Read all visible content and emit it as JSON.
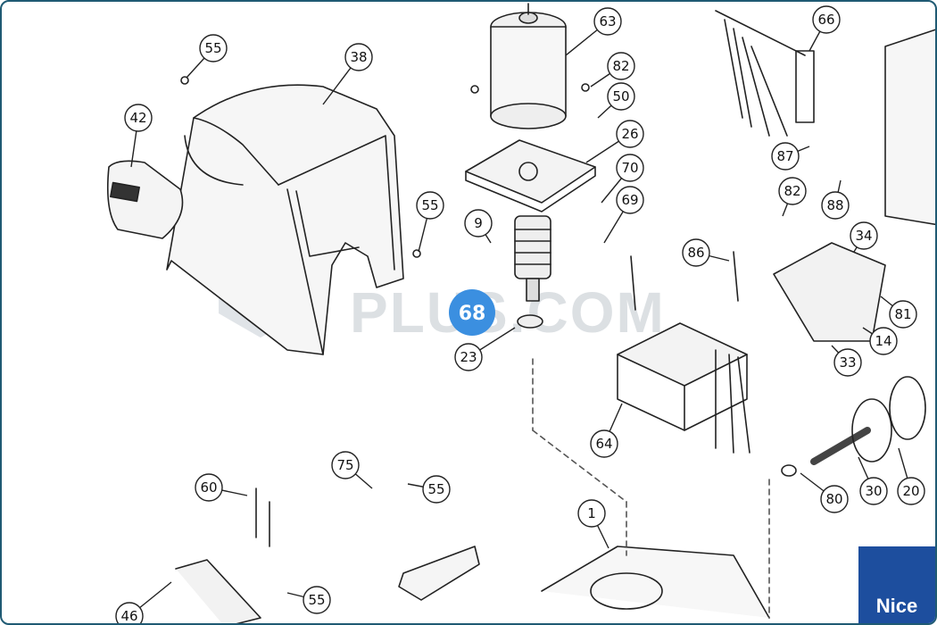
{
  "watermark": "PLUS.COM",
  "brand": "Nice",
  "highlight": {
    "label": "68",
    "color": "#3b8fe0"
  },
  "callouts": [
    "55",
    "38",
    "42",
    "63",
    "82",
    "50",
    "26",
    "70",
    "69",
    "9",
    "23",
    "55",
    "66",
    "87",
    "88",
    "82",
    "34",
    "81",
    "14",
    "33",
    "86",
    "64",
    "80",
    "30",
    "20",
    "75",
    "55",
    "60",
    "1",
    "46",
    "55"
  ]
}
